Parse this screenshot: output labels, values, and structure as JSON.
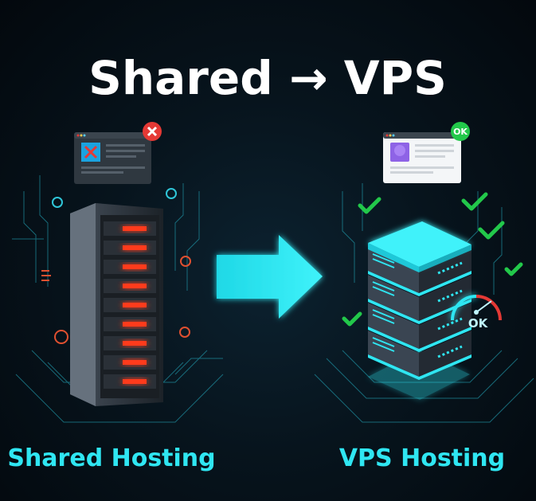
{
  "title": "Shared → VPS",
  "left": {
    "label": "Shared Hosting",
    "window_status_icon": "error-x-icon"
  },
  "right": {
    "label": "VPS Hosting",
    "badge": "OK",
    "gauge_label": "OK",
    "window_status_icon": "ok-badge-icon"
  },
  "colors": {
    "accent": "#2fe6f2",
    "error": "#e53935",
    "success": "#22c84a",
    "background": "#07141d"
  }
}
